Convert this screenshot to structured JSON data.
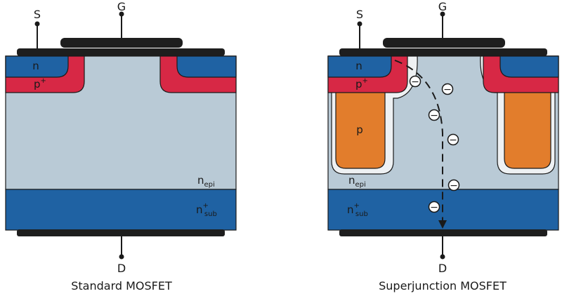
{
  "colors": {
    "epi": "#b9cad6",
    "substrate": "#1f62a3",
    "n_region": "#1f62a3",
    "p_plus": "#d72845",
    "p_column": "#e27d2c",
    "metal": "#1e1e1e",
    "depletion": "#eef1f3"
  },
  "standard": {
    "caption": "Standard MOSFET",
    "source": "S",
    "gate": "G",
    "drain": "D",
    "n_label": "n",
    "p_label": "p",
    "p_sup": "+",
    "epi_label": "n",
    "epi_sub": "epi",
    "sub_label": "n",
    "sub_sup": "+",
    "sub_sub": "sub"
  },
  "superjunction": {
    "caption": "Superjunction MOSFET",
    "source": "S",
    "gate": "G",
    "drain": "D",
    "n_label": "n",
    "p_label": "p",
    "p_sup": "+",
    "column_label": "p",
    "epi_label": "n",
    "epi_sub": "epi",
    "sub_label": "n",
    "sub_sup": "+",
    "sub_sub": "sub",
    "electron_symbol": "−",
    "electron_icon": "electron-icon"
  }
}
